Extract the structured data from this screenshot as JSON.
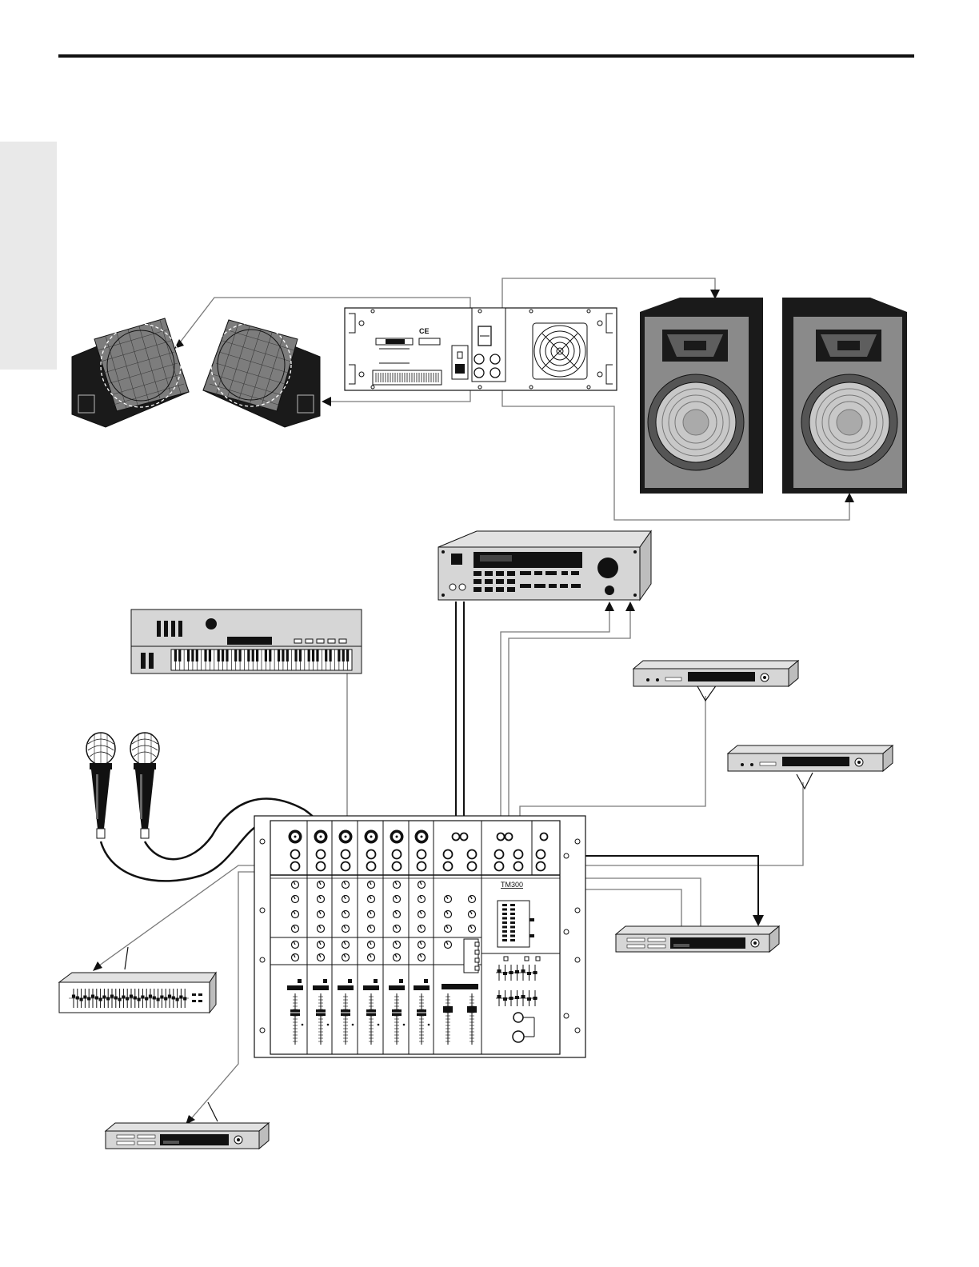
{
  "page": {
    "background": "#ffffff",
    "side_tab_color": "#e9e9e9",
    "rule_color": "#111111"
  },
  "mixer": {
    "model_label": "TM300",
    "input_channels": 6,
    "stereo_channels": 2
  },
  "amplifier": {
    "ce_mark": "CE"
  },
  "devices": [
    "monitor-wedge-left",
    "monitor-wedge-right",
    "power-amplifier",
    "main-speaker-left",
    "main-speaker-right",
    "multi-effects-processor",
    "keyboard-synthesizer",
    "microphone-1",
    "microphone-2",
    "effects-unit-1",
    "effects-unit-2",
    "recorder-unit",
    "graphic-equalizer",
    "cd-player",
    "mixer"
  ],
  "colors": {
    "line": "#111111",
    "cable_gray": "#7a7a7a",
    "panel_fill": "#d6d6d6",
    "dark_fill": "#1a1a1a",
    "speaker_fill": "#8a8a8a"
  }
}
